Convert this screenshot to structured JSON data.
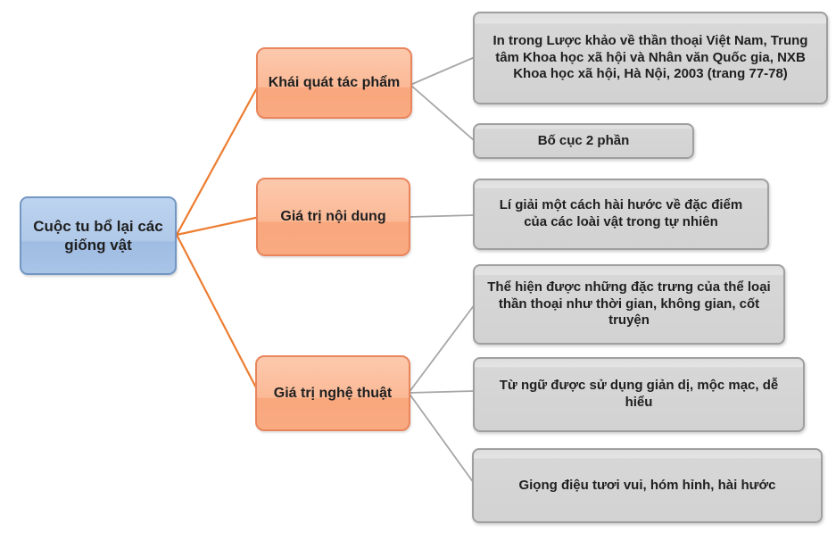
{
  "diagram": {
    "root": {
      "label": "Cuộc tu bổ lại các giống vật"
    },
    "branches": [
      {
        "label": "Khái quát tác phẩm",
        "children": [
          "In trong Lược khảo về thần thoại Việt Nam, Trung tâm Khoa học xã hội và Nhân văn Quốc gia, NXB Khoa học xã hội, Hà Nội, 2003 (trang 77-78)",
          "Bố cục 2 phần"
        ]
      },
      {
        "label": "Giá trị nội dung",
        "children": [
          "Lí giải một cách hài hước về đặc điểm của các loài vật trong tự nhiên"
        ]
      },
      {
        "label": "Giá trị nghệ thuật",
        "children": [
          "Thể hiện được những đặc trưng của thể loại thần thoại như thời gian, không gian, cốt truyện",
          "Từ ngữ được sử dụng giản dị, mộc mạc, dễ hiểu",
          "Giọng điệu tươi vui, hóm hỉnh, hài hước"
        ]
      }
    ],
    "colors": {
      "root_fill": "#aecbea",
      "root_border": "#7396c3",
      "branch_fill": "#fbb28c",
      "branch_border": "#e9855c",
      "leaf_fill": "#d6d6d6",
      "leaf_border": "#9f9f9f",
      "connector_orange": "#ed7d31",
      "connector_gray": "#a6a6a6"
    }
  }
}
